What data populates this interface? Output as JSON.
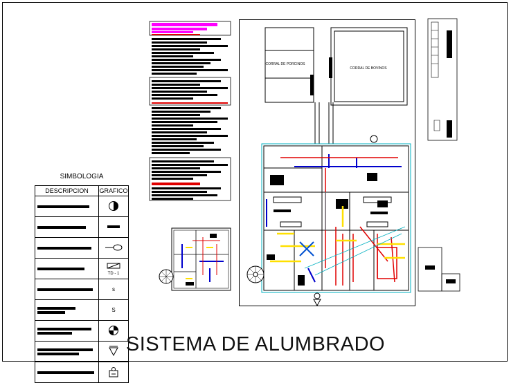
{
  "title": "SISTEMA DE ALUMBRADO",
  "symbology": {
    "heading": "SIMBOLOGIA",
    "col_description": "DESCRIPCION",
    "col_graphic": "GRAFICO",
    "rows": [
      {
        "symbol": "half-filled-circle-icon",
        "label": ""
      },
      {
        "symbol": "rectangle-fixture-icon",
        "label": ""
      },
      {
        "symbol": "fluorescent-tube-icon",
        "label": ""
      },
      {
        "symbol": "panel-board-icon",
        "label": "TD - 1"
      },
      {
        "symbol": "switch-icon",
        "label": "s"
      },
      {
        "symbol": "single-switch-icon",
        "label": "S"
      },
      {
        "symbol": "quarter-circle-icon",
        "label": ""
      },
      {
        "symbol": "ground-triangle-icon",
        "label": ""
      },
      {
        "symbol": "meter-box-icon",
        "label": ""
      }
    ]
  },
  "plan_labels": {
    "corral_porcinos": "CORRAL DE PORCINOS",
    "corral_bovinos": "CORRAL DE BOVINOS"
  },
  "colors": {
    "wall": "#000000",
    "red": "#e00000",
    "yellow": "#ffe000",
    "blue": "#0000cc",
    "cyan": "#00b0c0",
    "magenta": "#ff00ff",
    "note_highlight": "#ff0000"
  }
}
